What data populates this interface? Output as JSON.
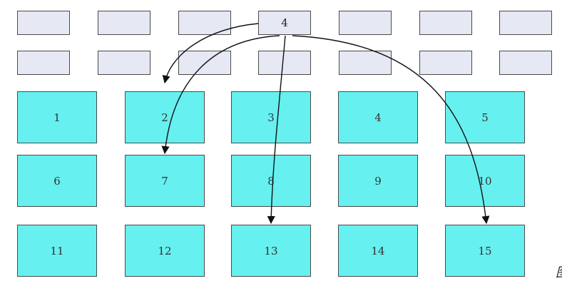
{
  "diagram": {
    "top_rows": [
      [
        "",
        "",
        "",
        "4",
        "",
        "",
        ""
      ],
      [
        "",
        "",
        "",
        "",
        "",
        "",
        ""
      ]
    ],
    "grid": [
      [
        "1",
        "2",
        "3",
        "4",
        "5"
      ],
      [
        "6",
        "7",
        "8",
        "9",
        "10"
      ],
      [
        "11",
        "12",
        "13",
        "14",
        "15"
      ]
    ],
    "arrows_from": "4",
    "arrows_to": [
      "2",
      "7",
      "13",
      "15"
    ],
    "colors": {
      "small_fill": "#e6e8f4",
      "grid_fill": "#66f0f0",
      "border": "#4a4a4a",
      "arrow": "#111111"
    }
  },
  "caption": "图"
}
